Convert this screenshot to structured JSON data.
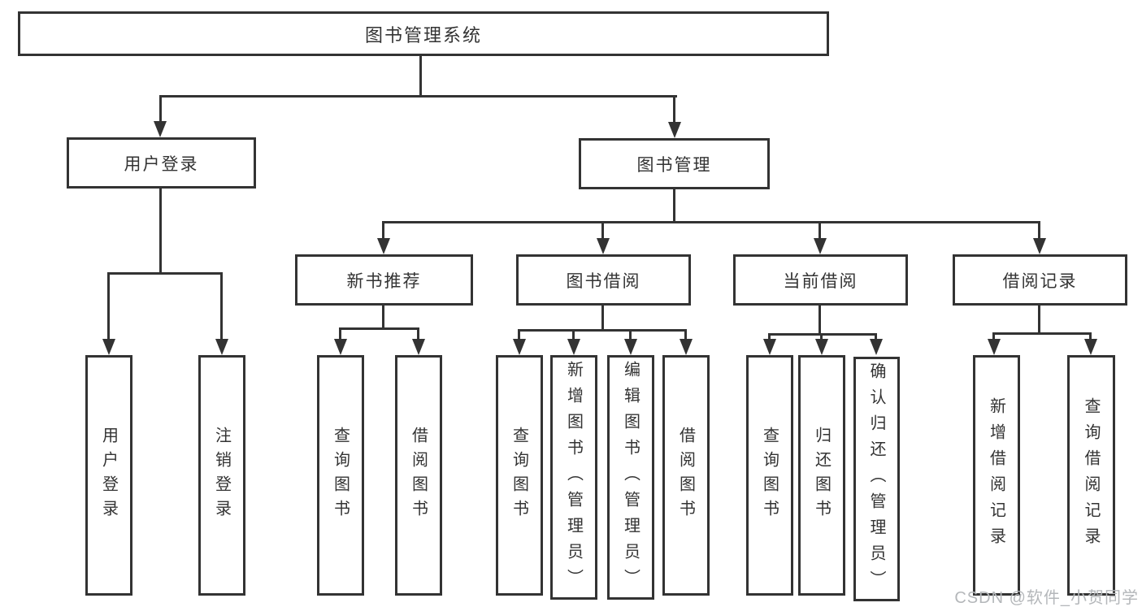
{
  "diagram_title": "图书管理系统",
  "tree": {
    "root": {
      "label": "图书管理系统",
      "children": [
        {
          "label": "用户登录",
          "children": [
            {
              "label": "用户登录"
            },
            {
              "label": "注销登录"
            }
          ]
        },
        {
          "label": "图书管理",
          "children": [
            {
              "label": "新书推荐",
              "children": [
                {
                  "label": "查询图书"
                },
                {
                  "label": "借阅图书"
                }
              ]
            },
            {
              "label": "图书借阅",
              "children": [
                {
                  "label": "查询图书"
                },
                {
                  "label": "新增图书（管理员）"
                },
                {
                  "label": "编辑图书（管理员）"
                },
                {
                  "label": "借阅图书"
                }
              ]
            },
            {
              "label": "当前借阅",
              "children": [
                {
                  "label": "查询图书"
                },
                {
                  "label": "归还图书"
                },
                {
                  "label": "确认归还（管理员）"
                }
              ]
            },
            {
              "label": "借阅记录",
              "children": [
                {
                  "label": "新增借阅记录"
                },
                {
                  "label": "查询借阅记录"
                }
              ]
            }
          ]
        }
      ]
    }
  },
  "watermark": {
    "text": "CSDN @软件_小贺同学"
  },
  "colors": {
    "line": "#333333",
    "text": "#333333",
    "box_background": "#ffffff",
    "page_background": "#ffffff",
    "watermark": "#b4b7ba"
  }
}
